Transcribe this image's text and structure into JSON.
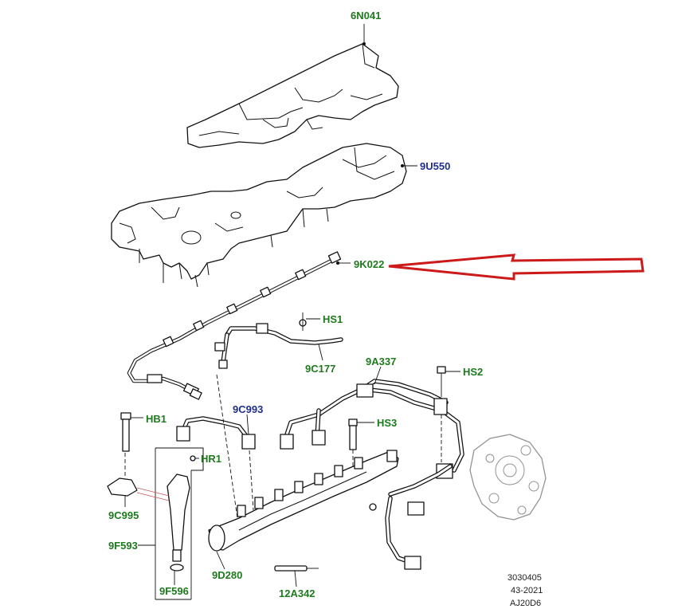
{
  "colors": {
    "label_green": "#1e7a1e",
    "label_blue": "#1f2f8a",
    "arrow_red": "#cc1a1a",
    "line": "#111111"
  },
  "labels": {
    "engine_cover": "6N041",
    "cover_lower": "9U550",
    "harness": "9K022",
    "bolt_hs1": "HS1",
    "return_pipe": "9C177",
    "pipe_9a337": "9A337",
    "bolt_hs2": "HS2",
    "bolt_hb1": "HB1",
    "pipe_9c993": "9C993",
    "bolt_hs3": "HS3",
    "clip_hr1": "HR1",
    "clamp": "9C995",
    "injector": "9F593",
    "fuel_rail": "9D280",
    "seal": "9F596",
    "glow_plug": "12A342"
  },
  "footer": {
    "line1": "3030405",
    "line2": "43-2021",
    "line3": "AJ20D6"
  }
}
